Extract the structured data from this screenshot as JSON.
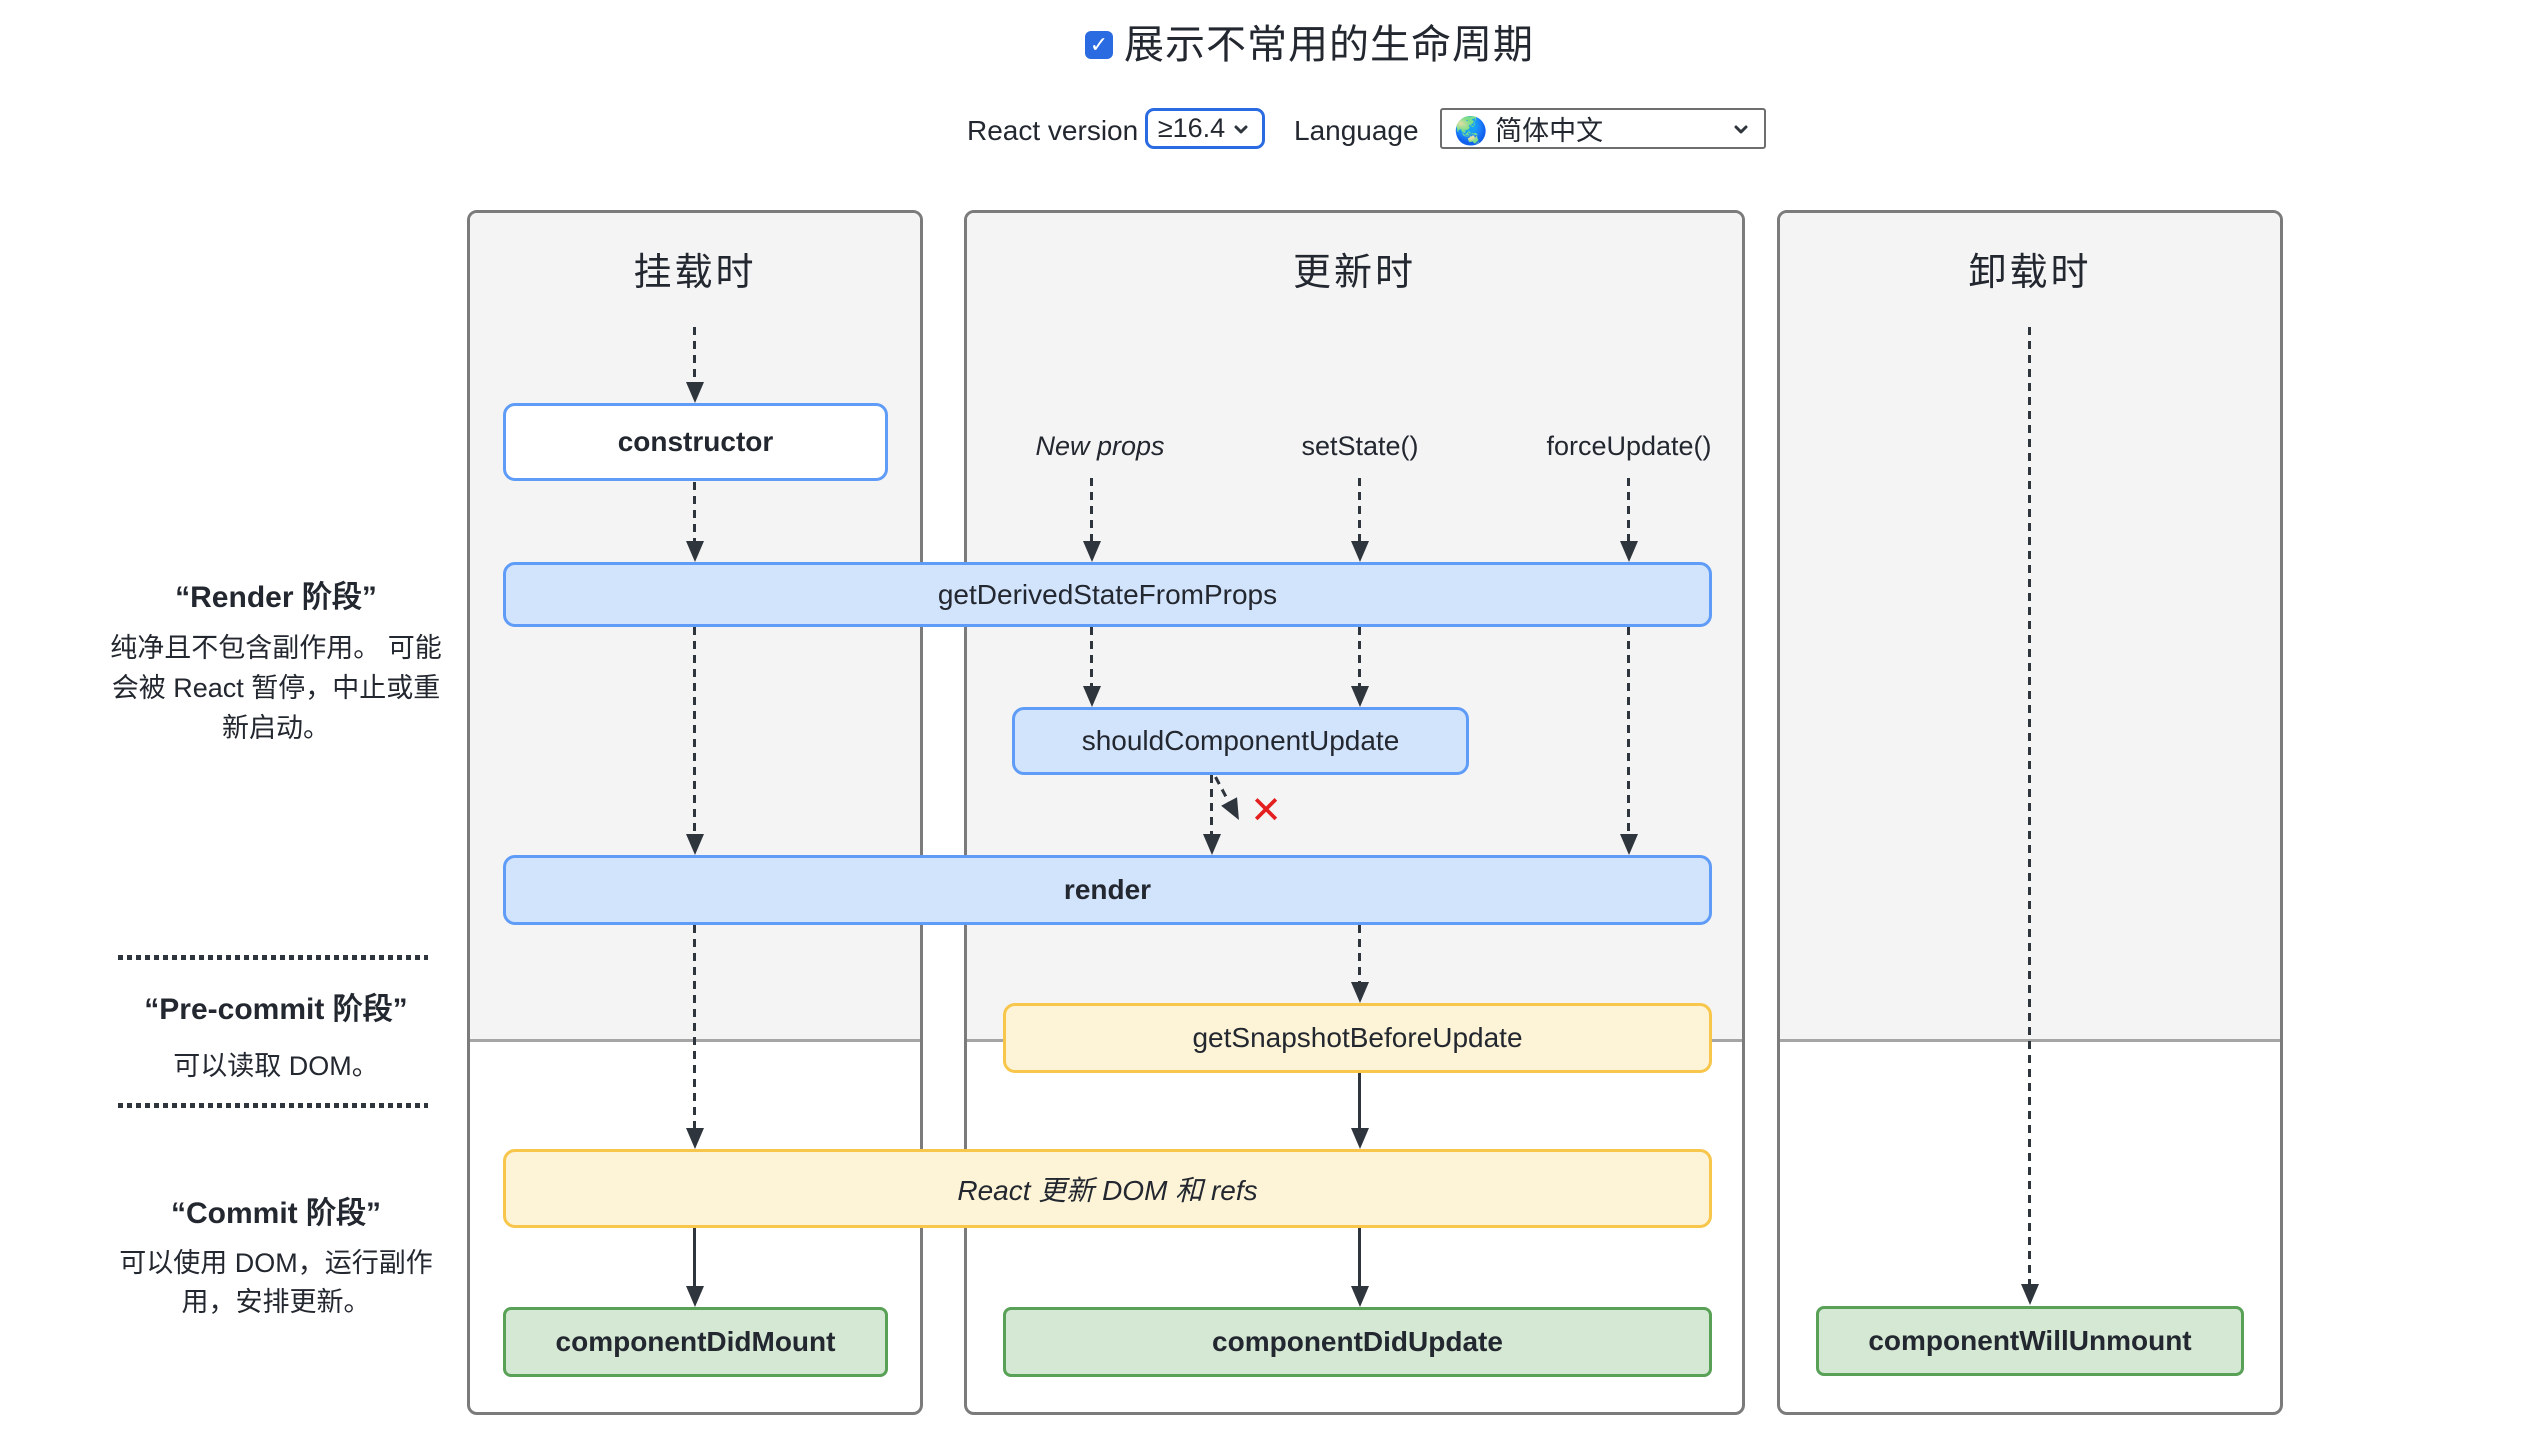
{
  "header": {
    "show_uncommon_toggle": {
      "checked": true,
      "label": "展示不常用的生命周期"
    },
    "react_version": {
      "label": "React version",
      "value": "≥16.4"
    },
    "language": {
      "label": "Language",
      "value": "🌏 简体中文"
    }
  },
  "icons": {
    "checkbox_check": "✓",
    "reject_x": "✕"
  },
  "phases": {
    "render": {
      "title": "“Render 阶段”",
      "description": "纯净且不包含副作用。 可能会被 React 暂停，中止或重新启动。"
    },
    "pre_commit": {
      "title": "“Pre-commit 阶段”",
      "description": "可以读取 DOM。"
    },
    "commit": {
      "title": "“Commit 阶段”",
      "description": "可以使用 DOM，运行副作用，安排更新。"
    }
  },
  "columns": {
    "mount": {
      "title": "挂载时"
    },
    "update": {
      "title": "更新时",
      "triggers": {
        "new_props": "New props",
        "set_state": "setState()",
        "force_update": "forceUpdate()"
      }
    },
    "unmount": {
      "title": "卸载时"
    }
  },
  "nodes": {
    "constructor": "constructor",
    "get_derived_state_from_props": "getDerivedStateFromProps",
    "should_component_update": "shouldComponentUpdate",
    "render": "render",
    "get_snapshot_before_update": "getSnapshotBeforeUpdate",
    "react_updates_dom": "React 更新 DOM 和 refs",
    "component_did_mount": "componentDidMount",
    "component_did_update": "componentDidUpdate",
    "component_will_unmount": "componentWillUnmount"
  },
  "colors": {
    "accent_blue": "#2a6be2",
    "blue_bg": "#d2e3fc",
    "blue_border": "#5e9cf7",
    "yellow_bg": "#fdf3d6",
    "yellow_border": "#f7c64b",
    "green_bg": "#d5e8d4",
    "green_border": "#58a156",
    "line": "#2f353d",
    "column_border": "#7b7b7b",
    "column_bg_top": "#f4f4f5",
    "divider": "#a5a5a5",
    "text_dark": "#23272f",
    "select_border": "#6e6e6e",
    "error_red": "#e3201f"
  }
}
